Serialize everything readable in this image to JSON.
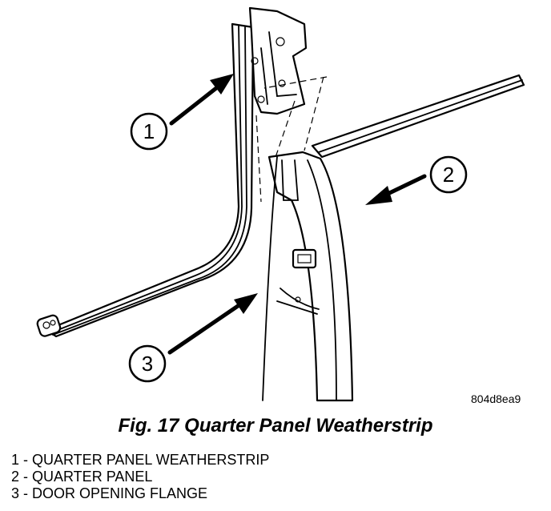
{
  "figure": {
    "caption": "Fig. 17 Quarter Panel Weatherstrip",
    "code": "804d8ea9",
    "callouts": [
      "1",
      "2",
      "3"
    ]
  },
  "legend": [
    {
      "text": "1 - QUARTER PANEL WEATHERSTRIP"
    },
    {
      "text": "2 - QUARTER PANEL"
    },
    {
      "text": "3 - DOOR OPENING FLANGE"
    }
  ]
}
